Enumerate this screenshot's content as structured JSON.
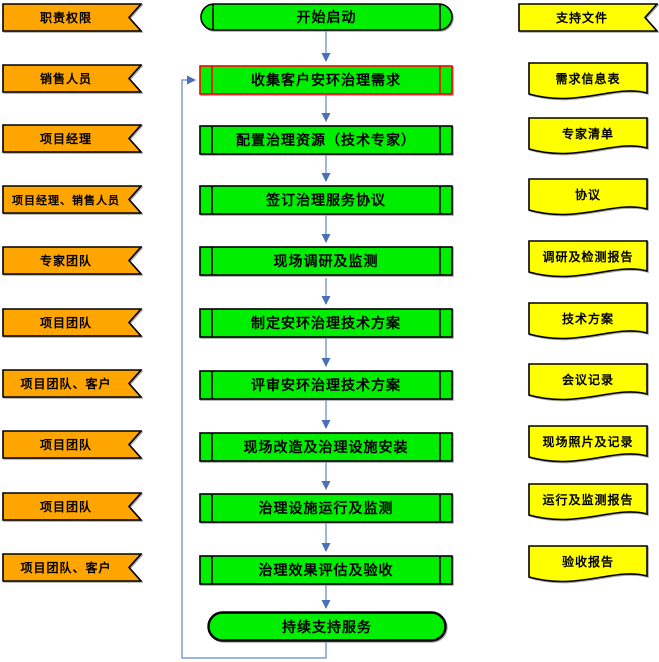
{
  "roles": {
    "header": "职责权限",
    "items": [
      "销售人员",
      "项目经理",
      "项目经理、销售人员",
      "专家团队",
      "项目团队",
      "项目团队、客户",
      "项目团队",
      "项目团队",
      "项目团队、客户"
    ]
  },
  "steps": {
    "start": "开始启动",
    "items": [
      "收集客户安环治理需求",
      "配置治理资源（技术专家）",
      "签订治理服务协议",
      "现场调研及监测",
      "制定安环治理技术方案",
      "评审安环治理技术方案",
      "现场改造及治理设施安装",
      "治理设施运行及监测",
      "治理效果评估及验收"
    ],
    "end": "持续支持服务",
    "highlighted_step": "收集客户安环治理需求"
  },
  "docs": {
    "header": "支持文件",
    "items": [
      "需求信息表",
      "专家清单",
      "协议",
      "调研及检测报告",
      "技术方案",
      "会议记录",
      "现场照片及记录",
      "运行及监测报告",
      "验收报告"
    ]
  },
  "colors": {
    "role_fill": "#FFA500",
    "step_fill": "#00EE00",
    "doc_fill": "#FFFF00",
    "connector_line": "#7E9CD0",
    "arrowhead": "#4A71B8",
    "highlight_border": "#FF0000",
    "border": "#000000"
  }
}
